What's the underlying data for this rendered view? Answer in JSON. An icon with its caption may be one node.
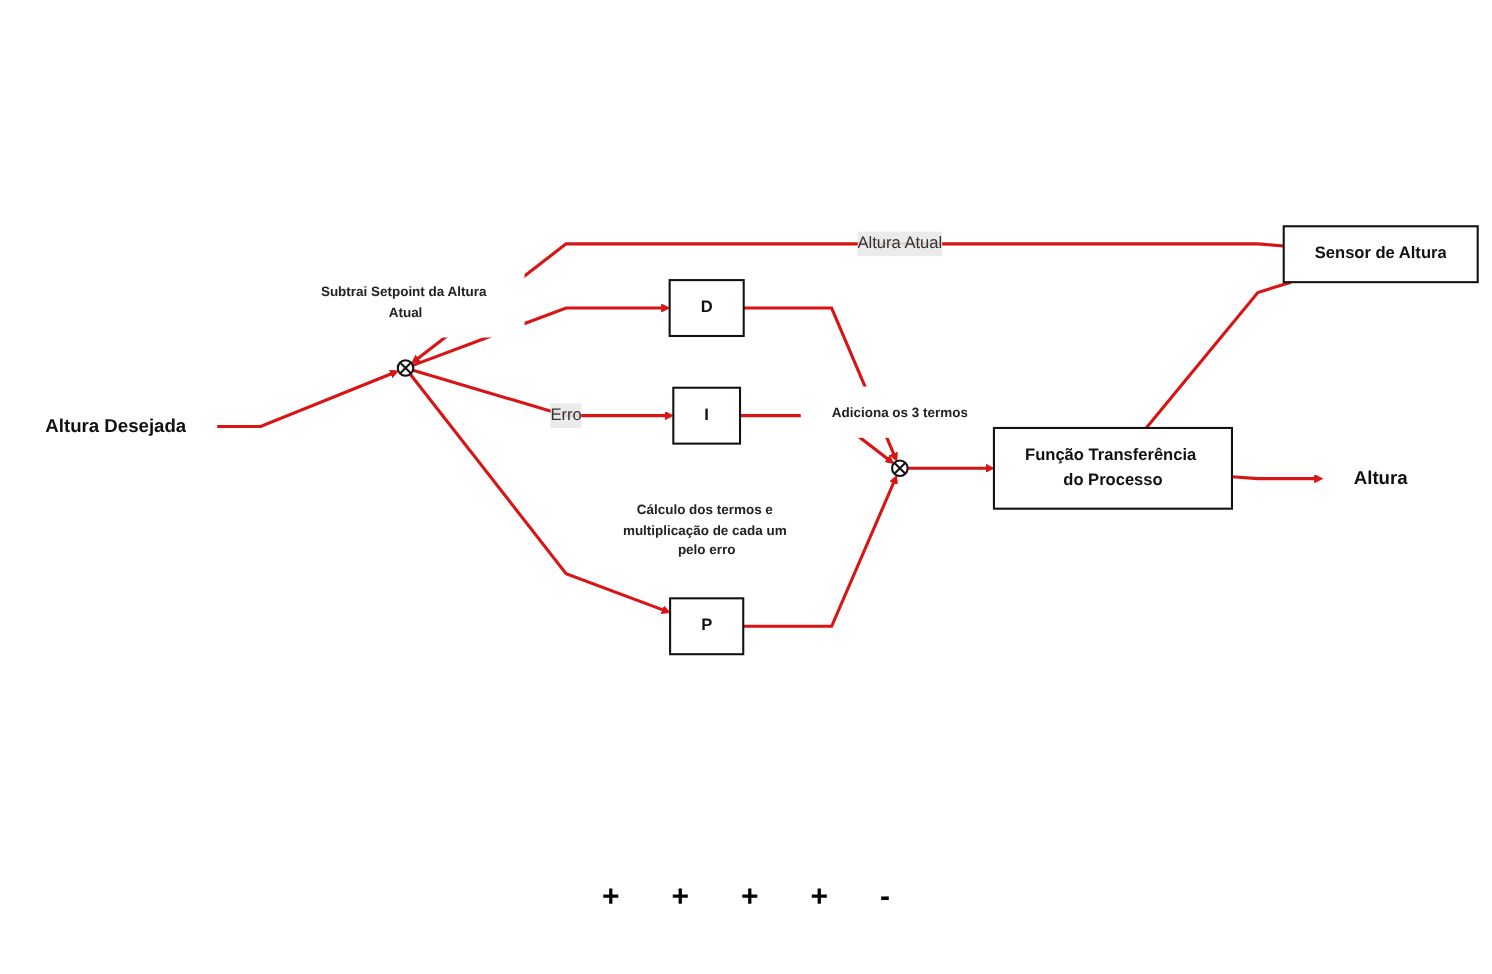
{
  "diagram": {
    "nodes": [
      {
        "text": [
          "Altura Desejada"
        ]
      },
      {
        "text": [],
        "shape": "circle",
        "beside": [
          "Subtrai Setpoint da Altura Atual"
        ]
      },
      {
        "text": [
          "P"
        ],
        "beside": [
          "Cálculo dos termos e multiplicação de cada um pelo erro"
        ]
      },
      {
        "text": [
          "I"
        ]
      },
      {
        "text": [
          "D"
        ]
      },
      {
        "text": [],
        "shape": "circle",
        "beside": [
          "Adiciona os 3 termos"
        ]
      },
      {
        "text": [
          "Função Transferência do Processo"
        ]
      },
      {
        "text": [
          "Altura"
        ]
      },
      {
        "text": [
          "Sensor de Altura"
        ]
      }
    ],
    "edges": [
      {
        "from": 0,
        "to": 1,
        "arrow": "to"
      },
      {
        "from": 1,
        "to": 2,
        "arrow": "to"
      },
      {
        "from": 1,
        "to": 3,
        "arrow": "to",
        "label": "Erro"
      },
      {
        "from": 1,
        "to": 4,
        "arrow": "to"
      },
      {
        "from": 2,
        "to": 5,
        "arrow": "to"
      },
      {
        "from": 3,
        "to": 5,
        "arrow": "to"
      },
      {
        "from": 4,
        "to": 5,
        "arrow": "to"
      },
      {
        "from": 5,
        "to": 6,
        "arrow": "to"
      },
      {
        "from": 6,
        "to": 7,
        "arrow": "to"
      },
      {
        "from": 6,
        "to": 8,
        "arrow": "none"
      },
      {
        "from": 8,
        "to": 1,
        "arrow": "to",
        "label": "Altura Atual"
      }
    ],
    "labels": [
      "+",
      "+",
      "+",
      "+",
      "-"
    ]
  }
}
